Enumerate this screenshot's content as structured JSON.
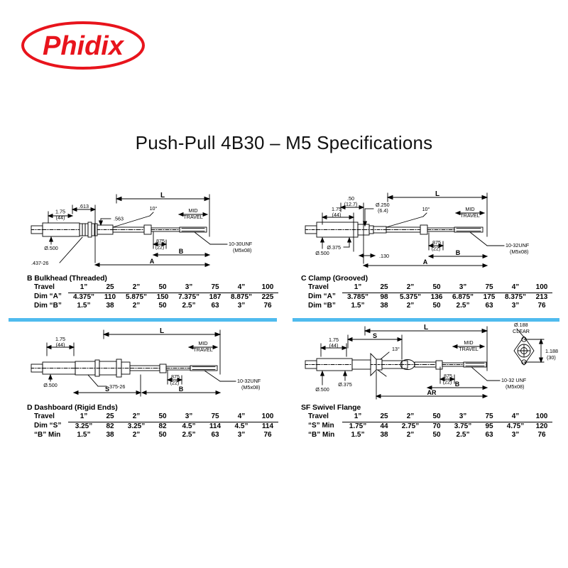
{
  "brand": {
    "name": "Phidix",
    "logo_color": "#e8141c",
    "logo_shape": "oval-outline"
  },
  "title": "Push-Pull 4B30 – M5 Specifications",
  "accent_color": "#4fbbee",
  "sections": [
    {
      "id": "b-bulkhead",
      "table_title": "B Bulkhead (Threaded)",
      "columns": [
        "Travel",
        "1”",
        "25",
        "2”",
        "50",
        "3”",
        "75",
        "4”",
        "100"
      ],
      "rows": [
        {
          "label": "Dim “A”",
          "values": [
            "4.375”",
            "110",
            "5.875”",
            "150",
            "7.375”",
            "187",
            "8.875”",
            "225"
          ]
        },
        {
          "label": "Dim “B”",
          "values": [
            "1.5”",
            "38",
            "2”",
            "50",
            "2.5”",
            "63",
            "3”",
            "76"
          ]
        }
      ],
      "drawing": {
        "labels": {
          "length": "L",
          "mid_travel_1": "MID",
          "mid_travel_2": "TRAVEL",
          "dim_175": "1.75",
          "dim_175_mm": "(44)",
          "dim_613": ".613",
          "dim_563": ".563",
          "angle": "10°",
          "dim_875": ".875",
          "dim_875_mm": "(22)",
          "dia_500": "Ø.500",
          "thread_437": ".437-26",
          "end_thread_1": "10-30UNF",
          "end_thread_2": "(M5x08)",
          "dim_a": "A",
          "dim_b": "B"
        }
      }
    },
    {
      "id": "c-clamp",
      "table_title": "C Clamp (Grooved)",
      "columns": [
        "Travel",
        "1”",
        "25",
        "2”",
        "50",
        "3”",
        "75",
        "4”",
        "100"
      ],
      "rows": [
        {
          "label": "Dim “A”",
          "values": [
            "3.785”",
            "98",
            "5.375”",
            "136",
            "6.875”",
            "175",
            "8.375”",
            "213"
          ]
        },
        {
          "label": "Dim “B”",
          "values": [
            "1.5”",
            "38",
            "2”",
            "50",
            "2.5”",
            "63",
            "3”",
            "76"
          ]
        }
      ],
      "drawing": {
        "labels": {
          "length": "L",
          "mid_travel_1": "MID",
          "mid_travel_2": "TRAVEL",
          "dim_50": ".50",
          "dim_50_mm": "(12.7)",
          "dim_175": "1.75",
          "dim_175_mm": "(44)",
          "dia_250": "Ø.250",
          "dia_250_mm": "(6.4)",
          "angle": "10°",
          "dim_875": ".875",
          "dim_875_mm": "(22)",
          "dia_375": "Ø.375",
          "dia_500": "Ø.500",
          "dim_130": ".130",
          "end_thread_1": "10-32UNF",
          "end_thread_2": "(M5x08)",
          "dim_a": "A",
          "dim_b": "B"
        }
      }
    },
    {
      "id": "d-dashboard",
      "table_title": "D Dashboard (Rigid Ends)",
      "columns": [
        "Travel",
        "1”",
        "25",
        "2”",
        "50",
        "3”",
        "75",
        "4”",
        "100"
      ],
      "rows": [
        {
          "label": "Dim “S”",
          "values": [
            "3.25”",
            "82",
            "3.25”",
            "82",
            "4.5”",
            "114",
            "4.5”",
            "114"
          ]
        },
        {
          "label": "“B” Min",
          "values": [
            "1.5”",
            "38",
            "2”",
            "50",
            "2.5”",
            "63",
            "3”",
            "76"
          ]
        }
      ],
      "drawing": {
        "labels": {
          "length": "L",
          "mid_travel_1": "MID",
          "mid_travel_2": "TRAVEL",
          "dim_175": "1.75",
          "dim_175_mm": "(44)",
          "dim_875": ".875",
          "dim_875_mm": "(22)",
          "dia_500": "Ø.500",
          "thread_375": ".375-26",
          "end_thread_1": "10-32UNF",
          "end_thread_2": "(M5x08)",
          "dim_s": "S",
          "dim_b": "B"
        }
      }
    },
    {
      "id": "sf-swivel-flange",
      "table_title": "SF Swivel Flange",
      "columns": [
        "Travel",
        "1”",
        "25",
        "2”",
        "50",
        "3”",
        "75",
        "4”",
        "100"
      ],
      "rows": [
        {
          "label": "“S” Min",
          "values": [
            "1.75”",
            "44",
            "2.75”",
            "70",
            "3.75”",
            "95",
            "4.75”",
            "120"
          ]
        },
        {
          "label": "“B” Min",
          "values": [
            "1.5”",
            "38",
            "2”",
            "50",
            "2.5”",
            "63",
            "3”",
            "76"
          ]
        }
      ],
      "drawing": {
        "labels": {
          "length": "L",
          "mid_travel_1": "MID",
          "mid_travel_2": "TRAVEL",
          "dim_175": "1.75",
          "dim_175_mm": "(44)",
          "angle": "13°",
          "dim_875": ".875",
          "dim_875_mm": "(22)",
          "dia_375": "Ø.375",
          "dia_500": "Ø.500",
          "dia_188": "Ø.188",
          "clear": "CLEAR",
          "dim_1188": "1.188",
          "dim_1188_mm": "(30)",
          "end_thread_1": "10-32 UNF",
          "end_thread_2": "(M5x08)",
          "dim_s": "S",
          "dim_b": "B",
          "dim_ar": "AR"
        }
      }
    }
  ]
}
